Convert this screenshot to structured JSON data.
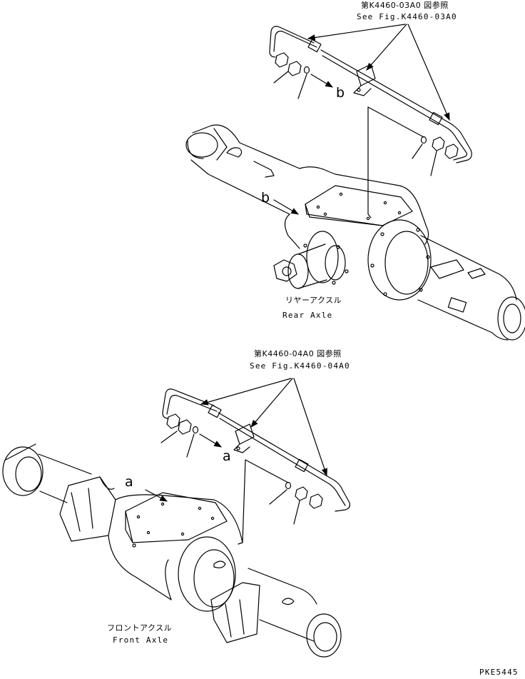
{
  "rear_group": {
    "ref_jp": "第K4460-03A0 図参照",
    "ref_en": "See Fig.K4460-03A0",
    "callout": "b",
    "axle_label_jp": "リヤーアクスル",
    "axle_label_en": "Rear Axle"
  },
  "front_group": {
    "ref_jp": "第K4460-04A0 図参照",
    "ref_en": "See Fig.K4460-04A0",
    "callout": "a",
    "axle_label_jp": "フロントアクスル",
    "axle_label_en": "Front Axle"
  },
  "drawing_code": "PKE5445",
  "line_color": "#000000"
}
